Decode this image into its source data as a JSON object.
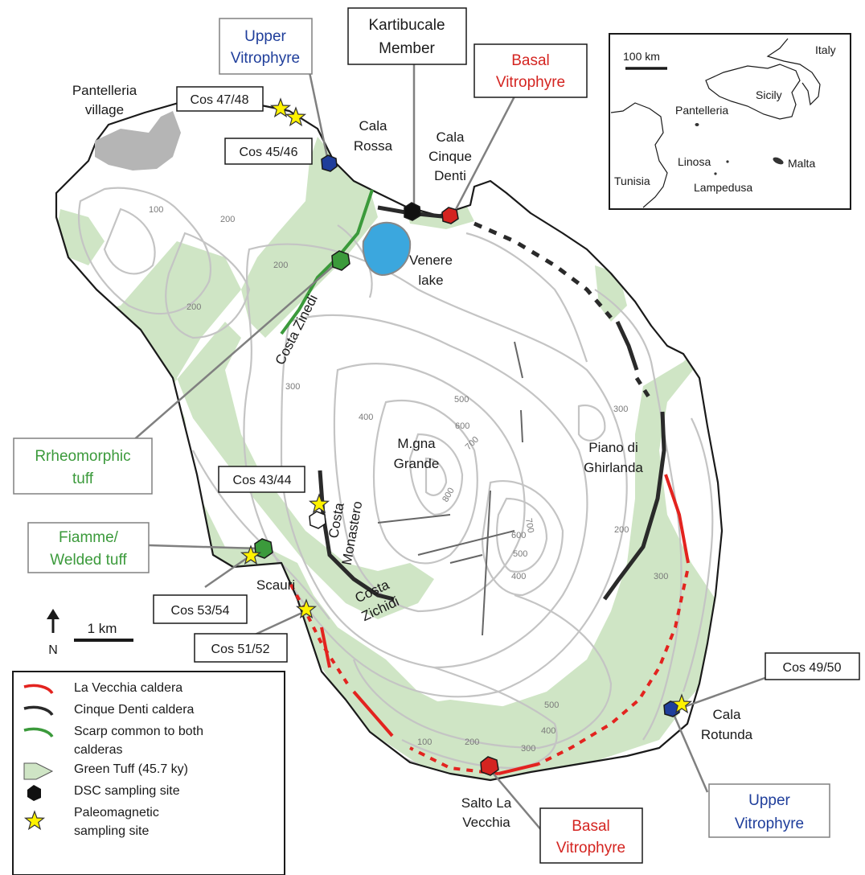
{
  "labels": {
    "pantelleria_village": [
      "Pantelleria",
      "village"
    ],
    "cala_rossa": [
      "Cala",
      "Rossa"
    ],
    "cala_cinque_denti": [
      "Cala",
      "Cinque",
      "Denti"
    ],
    "venere_lake": [
      "Venere",
      "lake"
    ],
    "costa_zinedi": "Costa Zinedi",
    "costa_monastero": [
      "Costa",
      "Monastero"
    ],
    "costa_zichidi": [
      "Costa",
      "Zichidi"
    ],
    "mgna_grande": [
      "M.gna",
      "Grande"
    ],
    "piano_di_ghirlanda": [
      "Piano di",
      "Ghirlanda"
    ],
    "scauri": "Scauri",
    "salto_la_vecchia": [
      "Salto La",
      "Vecchia"
    ],
    "cala_rotunda": [
      "Cala",
      "Rotunda"
    ]
  },
  "boxes": {
    "upper_vitrophyre_top": [
      "Upper",
      "Vitrophyre"
    ],
    "kartibucale": [
      "Kartibucale",
      "Member"
    ],
    "basal_vitrophyre_top": [
      "Basal",
      "Vitrophyre"
    ],
    "rheomorphic": [
      "Rrheomorphic",
      "tuff"
    ],
    "fiamme": [
      "Fiamme/",
      "Welded tuff"
    ],
    "basal_vitrophyre_bottom": [
      "Basal",
      "Vitrophyre"
    ],
    "upper_vitrophyre_bottom": [
      "Upper",
      "Vitrophyre"
    ]
  },
  "samples": {
    "cos_47_48": "Cos 47/48",
    "cos_45_46": "Cos 45/46",
    "cos_43_44": "Cos 43/44",
    "cos_53_54": "Cos 53/54",
    "cos_51_52": "Cos 51/52",
    "cos_49_50": "Cos 49/50"
  },
  "contours": {
    "c100a": "100",
    "c200a": "200",
    "c200b": "200",
    "c200c": "200",
    "c300a": "300",
    "c300b": "300",
    "c300c": "300",
    "c300d": "300",
    "c400a": "400",
    "c400b": "400",
    "c400c": "400",
    "c500a": "500",
    "c500b": "500",
    "c500c": "500",
    "c600a": "600",
    "c600b": "600",
    "c700a": "700",
    "c700b": "700",
    "c800": "800",
    "c100b": "100",
    "c200d": "200"
  },
  "inset": {
    "scale": "100 km",
    "italy": "Italy",
    "sicily": "Sicily",
    "pantelleria": "Pantelleria",
    "linosa": "Linosa",
    "tunisia": "Tunisia",
    "malta": "Malta",
    "lampedusa": "Lampedusa"
  },
  "scalebar": {
    "label": "1 km",
    "north": "N"
  },
  "legend": [
    {
      "symbol": "red-line",
      "lines": [
        "La Vecchia caldera"
      ]
    },
    {
      "symbol": "black-line",
      "lines": [
        "Cinque Denti caldera"
      ]
    },
    {
      "symbol": "green-line",
      "lines": [
        "Scarp common to both",
        "calderas"
      ]
    },
    {
      "symbol": "green-area",
      "lines": [
        "Green Tuff (45.7 ky)"
      ]
    },
    {
      "symbol": "black-hexagon",
      "lines": [
        "DSC sampling site"
      ]
    },
    {
      "symbol": "yellow-star",
      "lines": [
        "Paleomagnetic",
        "sampling site"
      ]
    }
  ],
  "colors": {
    "green_tuff": "#cfe5c5",
    "la_vecchia": "#e3231f",
    "cinque_denti": "#2a2a2a",
    "scarp": "#3b9a3b",
    "upper_vitrophyre": "#1f3e9b",
    "basal_vitrophyre": "#d42420",
    "rheomorphic": "#3b9a3b",
    "lake": "#3ba7de",
    "village": "#b5b5b5",
    "contour": "#c4c4c4",
    "star": "#fff200"
  }
}
